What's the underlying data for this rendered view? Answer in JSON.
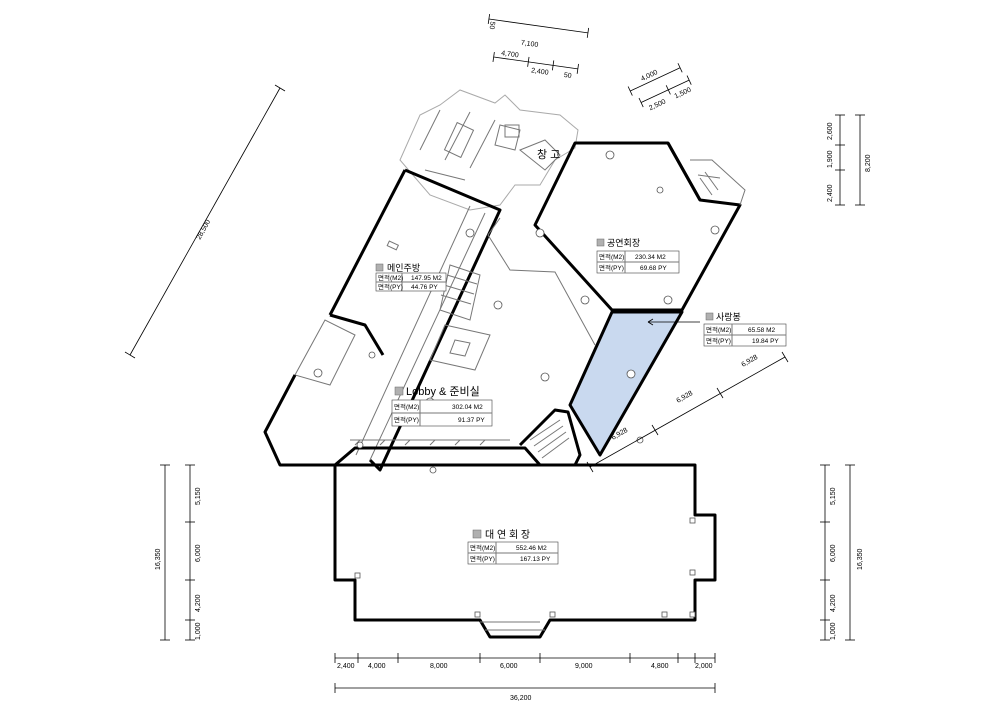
{
  "rooms": {
    "main_kitchen": {
      "name": "메인주방",
      "area_m2_label": "면적(M2)",
      "area_m2": "147.95 M2",
      "area_py_label": "면적(PY)",
      "area_py": "44.76 PY"
    },
    "performance_hall": {
      "name": "공연회장",
      "area_m2_label": "면적(M2)",
      "area_m2": "230.34 M2",
      "area_py_label": "면적(PY)",
      "area_py": "69.68 PY"
    },
    "sarangbang": {
      "name": "사랑봉",
      "area_m2_label": "면적(M2)",
      "area_m2": "65.58 M2",
      "area_py_label": "면적(PY)",
      "area_py": "19.84 PY"
    },
    "lobby": {
      "name": "Lobby & 준비실",
      "area_m2_label": "면적(M2)",
      "area_m2": "302.04 M2",
      "area_py_label": "면적(PY)",
      "area_py": "91.37 PY"
    },
    "banquet_hall": {
      "name": "대 연 회 장",
      "area_m2_label": "면적(M2)",
      "area_m2": "552.46 M2",
      "area_py_label": "면적(PY)",
      "area_py": "167.13 PY"
    },
    "storage": {
      "name": "창 고"
    }
  },
  "dimensions": {
    "top": {
      "d1": "50",
      "d2": "7,100",
      "d3": "4,700",
      "d4": "2,400",
      "d5": "50"
    },
    "top_right": {
      "d1": "4,000",
      "d2": "2,500",
      "d3": "1,500"
    },
    "right_top": {
      "d1": "2,400",
      "d2": "1,900",
      "d3": "2,600",
      "total": "8,200"
    },
    "diagonal_left": "28,500",
    "diagonal_right": {
      "d1": "6,928",
      "d2": "6,928",
      "d3": "6,928"
    },
    "left": {
      "d1": "5,150",
      "d2": "6,000",
      "d3": "4,200",
      "d4": "1,000",
      "total": "16,350"
    },
    "right": {
      "d1": "5,150",
      "d2": "6,000",
      "d3": "4,200",
      "d4": "1,000",
      "total": "16,350"
    },
    "bottom": {
      "d1": "2,400",
      "d2": "4,000",
      "d3": "8,000",
      "d4": "6,000",
      "d5": "9,000",
      "d6": "4,800",
      "d7": "2,000",
      "total": "36,200"
    }
  },
  "colors": {
    "highlight": "#c9d9ef",
    "wall": "#000000"
  }
}
